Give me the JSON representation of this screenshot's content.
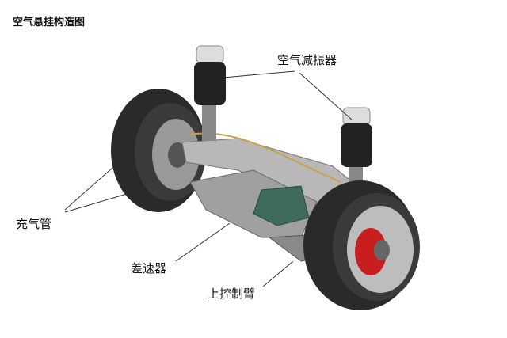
{
  "title": "空气悬挂构造图",
  "labels": {
    "air_shock": "空气减振器",
    "air_line": "充气管",
    "differential": "差速器",
    "upper_arm": "上控制臂"
  },
  "colors": {
    "brake_caliper": "#c81e1e",
    "differential": "#3f6b5a"
  }
}
